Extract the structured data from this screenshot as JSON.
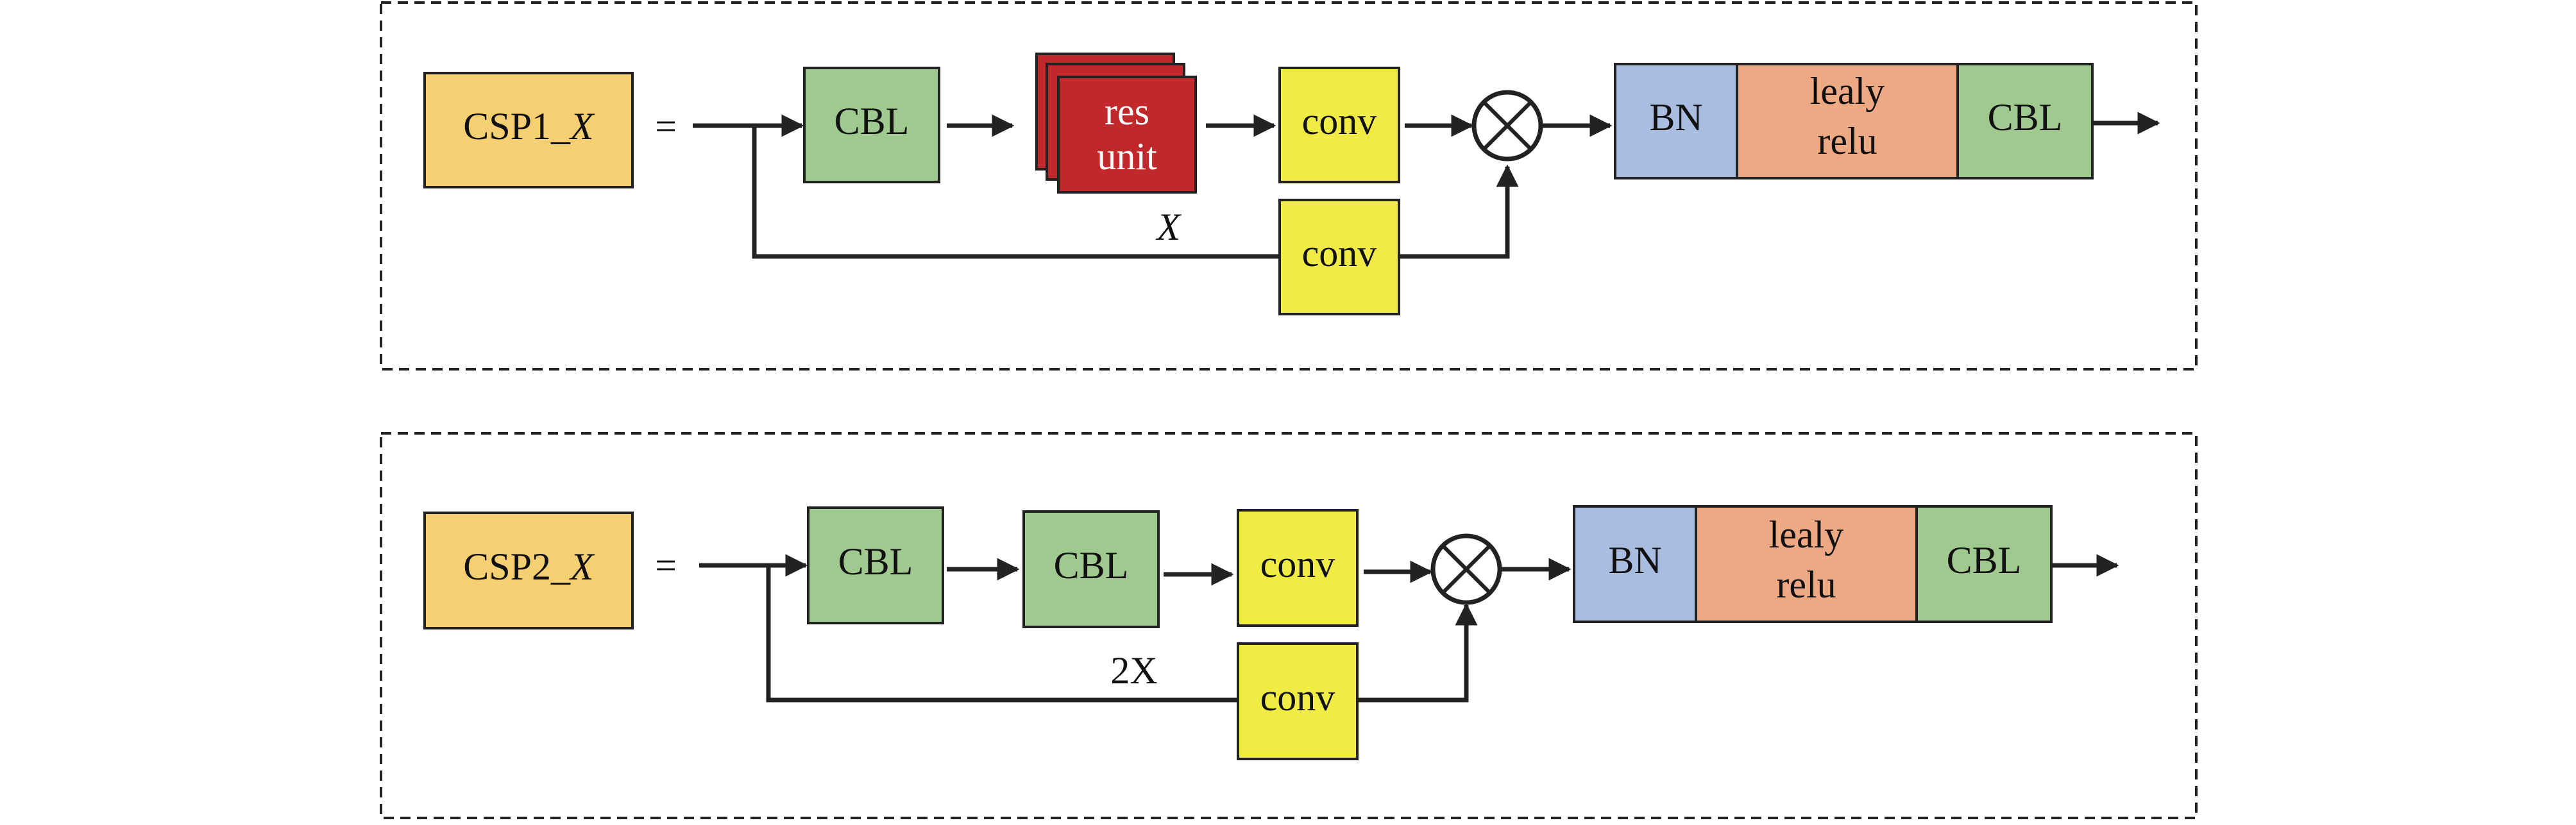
{
  "colors": {
    "csp": "#f7cf73",
    "cbl": "#9fc98f",
    "conv": "#f1ec45",
    "bn": "#a8bde0",
    "leaky": "#eda884",
    "res": "#c0282c",
    "line": "#222222"
  },
  "panel1": {
    "title_prefix": "CSP1_",
    "title_var": "X",
    "equals": "=",
    "cbl": "CBL",
    "res_line1": "res",
    "res_line2": "unit",
    "repeat_label": "X",
    "conv_main": "conv",
    "conv_branch": "conv",
    "multiply_icon": "circle-times-icon",
    "bn": "BN",
    "leaky_line1": "lealy",
    "leaky_line2": "relu",
    "cbl_out": "CBL"
  },
  "panel2": {
    "title_prefix": "CSP2_",
    "title_var": "X",
    "equals": "=",
    "cbl_a": "CBL",
    "cbl_b": "CBL",
    "repeat_label": "2X",
    "conv_main": "conv",
    "conv_branch": "conv",
    "multiply_icon": "circle-times-icon",
    "bn": "BN",
    "leaky_line1": "lealy",
    "leaky_line2": "relu",
    "cbl_out": "CBL"
  }
}
